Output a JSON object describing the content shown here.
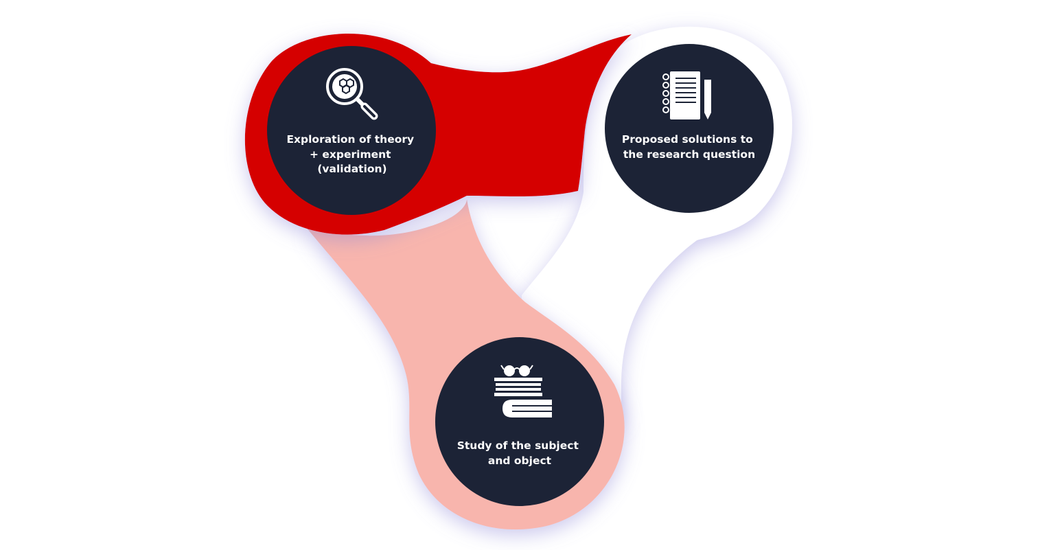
{
  "diagram": {
    "colors": {
      "red_band": "#d50000",
      "pink_band": "#f8b5ad",
      "white_band": "#ffffff",
      "node_fill": "#1c2336",
      "text": "#ffffff",
      "shadow": "#8a84d6"
    },
    "nodes": [
      {
        "id": "exploration",
        "icon": "magnifier-molecule-icon",
        "lines": [
          "Exploration of theory",
          "+ experiment",
          "(validation)"
        ]
      },
      {
        "id": "proposed",
        "icon": "notebook-pencil-icon",
        "lines": [
          "Proposed solutions to",
          "the research question"
        ]
      },
      {
        "id": "study",
        "icon": "books-glasses-icon",
        "lines": [
          "Study of the subject",
          "and object"
        ]
      }
    ]
  }
}
